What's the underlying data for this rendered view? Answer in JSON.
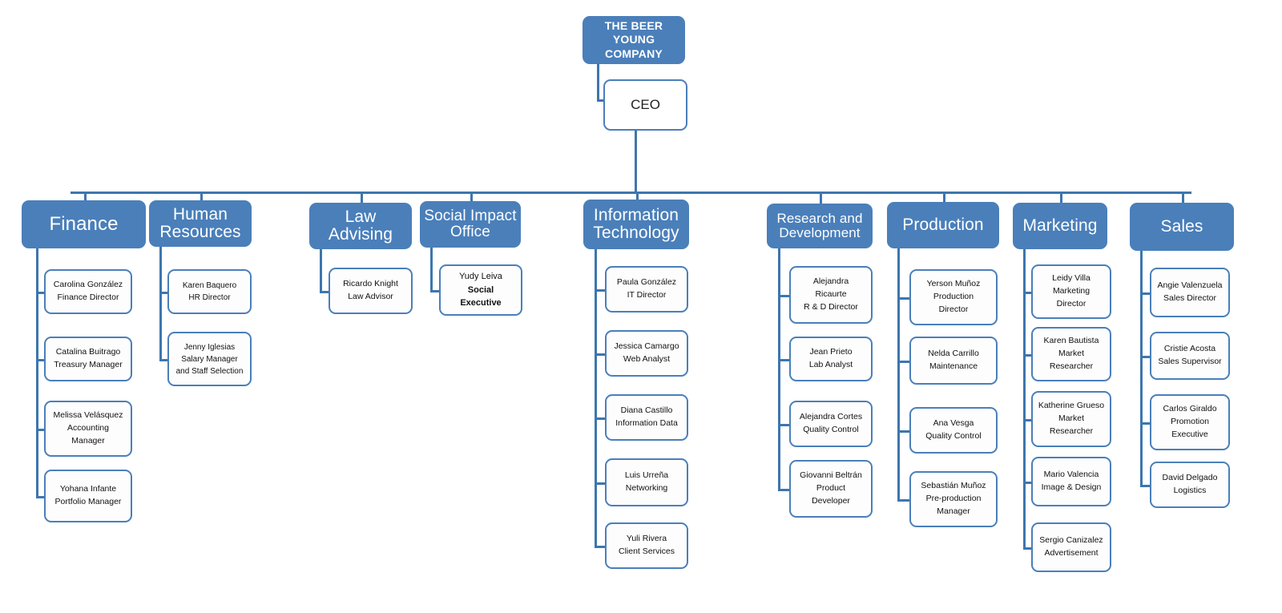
{
  "title": "THE BEER YOUNG COMPANY",
  "root": {
    "label": "THE BEER YOUNG COMPANY",
    "lines": [
      "THE BEER",
      "YOUNG",
      "COMPANY"
    ]
  },
  "ceo": {
    "label": "CEO"
  },
  "departments": [
    {
      "id": "finance",
      "name": "Finance",
      "lines": [
        "Finance"
      ],
      "children": [
        {
          "lines": [
            "Carolina González",
            "Finance Director"
          ]
        },
        {
          "lines": [
            "Catalina Buitrago",
            "Treasury Manager"
          ]
        },
        {
          "lines": [
            "Melissa Velásquez",
            "Accounting",
            "Manager"
          ]
        },
        {
          "lines": [
            "Yohana Infante",
            "Portfolio Manager"
          ]
        }
      ]
    },
    {
      "id": "human-resources",
      "name": "Human Resources",
      "lines": [
        "Human",
        "Resources"
      ],
      "children": [
        {
          "lines": [
            "Karen Baquero",
            "HR Director"
          ]
        },
        {
          "lines": [
            "Jenny Iglesias",
            "Salary Manager",
            "and Staff Selection"
          ]
        }
      ]
    },
    {
      "id": "law-advising",
      "name": "Law Advising",
      "lines": [
        "Law",
        "Advising"
      ],
      "children": [
        {
          "lines": [
            "Ricardo Knight",
            "Law Advisor"
          ]
        }
      ]
    },
    {
      "id": "social-impact-office",
      "name": "Social Impact Office",
      "lines": [
        "Social Impact",
        "Office"
      ],
      "children": [
        {
          "lines": [
            "Yudy Leiva",
            "Social",
            "Executive"
          ],
          "bold": true
        }
      ]
    },
    {
      "id": "information-technology",
      "name": "Information Technology",
      "lines": [
        "Information",
        "Technology"
      ],
      "children": [
        {
          "lines": [
            "Paula González",
            "IT Director"
          ]
        },
        {
          "lines": [
            "Jessica Camargo",
            "Web Analyst"
          ]
        },
        {
          "lines": [
            "Diana Castillo",
            "Information Data"
          ]
        },
        {
          "lines": [
            "Luis Urreña",
            "Networking"
          ]
        },
        {
          "lines": [
            "Yuli Rivera",
            "Client Services"
          ]
        }
      ]
    },
    {
      "id": "research-and-development",
      "name": "Research and Development",
      "lines": [
        "Research and",
        "Development"
      ],
      "children": [
        {
          "lines": [
            "Alejandra",
            "Ricaurte",
            "R & D Director"
          ]
        },
        {
          "lines": [
            "Jean Prieto",
            "Lab Analyst"
          ]
        },
        {
          "lines": [
            "Alejandra Cortes",
            "Quality Control"
          ]
        },
        {
          "lines": [
            "Giovanni Beltrán",
            "Product",
            "Developer"
          ]
        }
      ]
    },
    {
      "id": "production",
      "name": "Production",
      "lines": [
        "Production"
      ],
      "children": [
        {
          "lines": [
            "Yerson Muñoz",
            "Production",
            "Director"
          ]
        },
        {
          "lines": [
            "Nelda Carrillo",
            "Maintenance"
          ]
        },
        {
          "lines": [
            "Ana Vesga",
            "Quality Control"
          ]
        },
        {
          "lines": [
            "Sebastián Muñoz",
            "Pre-production",
            "Manager"
          ]
        }
      ]
    },
    {
      "id": "marketing",
      "name": "Marketing",
      "lines": [
        "Marketing"
      ],
      "children": [
        {
          "lines": [
            "Leidy Villa",
            "Marketing",
            "Director"
          ]
        },
        {
          "lines": [
            "Karen Bautista",
            "Market",
            "Researcher"
          ]
        },
        {
          "lines": [
            "Katherine Grueso",
            "Market",
            "Researcher"
          ]
        },
        {
          "lines": [
            "Mario Valencia",
            "Image & Design"
          ]
        },
        {
          "lines": [
            "Sergio Canizalez",
            "Advertisement"
          ]
        }
      ]
    },
    {
      "id": "sales",
      "name": "Sales",
      "lines": [
        "Sales"
      ],
      "children": [
        {
          "lines": [
            "Angie Valenzuela",
            "Sales Director"
          ]
        },
        {
          "lines": [
            "Cristie Acosta",
            "Sales Supervisor"
          ]
        },
        {
          "lines": [
            "Carlos Giraldo",
            "Promotion",
            "Executive"
          ]
        },
        {
          "lines": [
            "David Delgado",
            "Logistics"
          ]
        }
      ]
    }
  ],
  "colors": {
    "accent": "#4a7fba",
    "connector": "#3d76ad",
    "box_fill": "#fdfdfd",
    "text": "#111111"
  }
}
